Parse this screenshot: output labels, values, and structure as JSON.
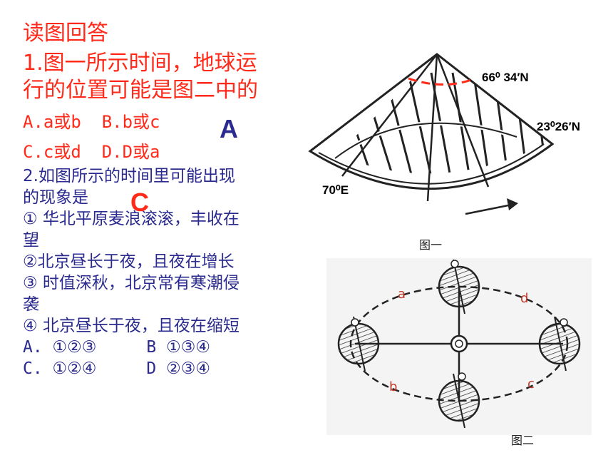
{
  "heading": "读图回答",
  "q1": {
    "text_line1": "1.图一所示时间，地球运",
    "text_line2": "行的位置可能是图二中的",
    "option_A": "A.a或b",
    "option_B": "B.b或c",
    "option_C": "C.c或d",
    "option_D": "D.D或a",
    "answer": "A"
  },
  "q2": {
    "text_line1": "2.如图所示的时间里可能出现",
    "text_line2": "的现象是",
    "answer": "C",
    "item1_line1": "① 华北平原麦浪滚滚，丰收在",
    "item1_line2": "望",
    "item2": "②北京昼长于夜，且夜在增长",
    "item3_line1": "③ 时值深秋，北京常有寒潮侵",
    "item3_line2": "袭",
    "item4": "④ 北京昼长于夜，且夜在缩短",
    "option_A": "A.  ①②③",
    "option_B": "B ①③④",
    "option_C": "C.  ①②④",
    "option_D": "D ②③④"
  },
  "figure1": {
    "label_arctic": "66⁰ 34′N",
    "label_tropic": "23⁰26′N",
    "label_meridian": "70⁰E",
    "caption": "图一"
  },
  "figure2": {
    "orbit_labels": [
      "a",
      "d",
      "b",
      "c"
    ],
    "caption": "图二"
  },
  "colors": {
    "red": "#ff2a1a",
    "blue": "#2b2b8f",
    "orbit_label": "#c0392b"
  }
}
